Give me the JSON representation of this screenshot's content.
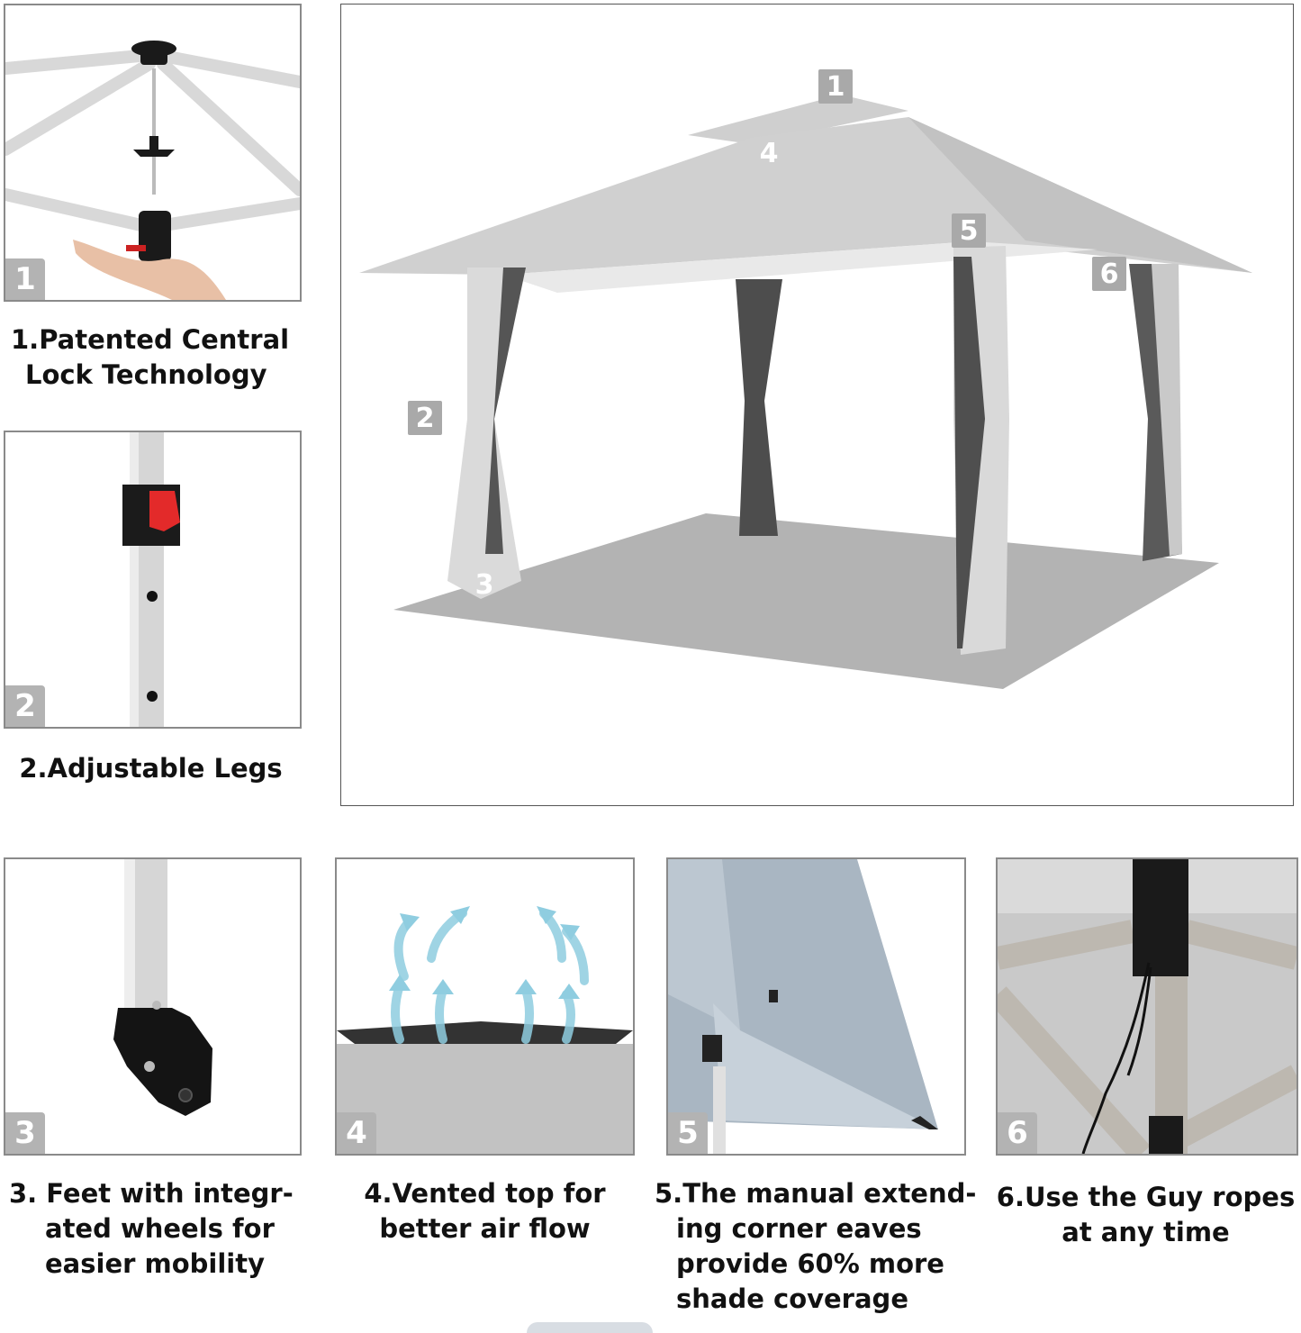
{
  "features": [
    {
      "number": "1",
      "title": "1.Patented Central Lock Technology",
      "lines": [
        "1.Patented Central",
        "Lock Technology"
      ],
      "icon": "central-lock-hub-photo"
    },
    {
      "number": "2",
      "title": "2.Adjustable Legs",
      "lines": [
        "2.Adjustable Legs"
      ],
      "icon": "adjustable-leg-button-photo"
    },
    {
      "number": "3",
      "title": "3. Feet with integrated wheels for easier mobility",
      "lines": [
        "3. Feet with integr-",
        "ated wheels for",
        "easier mobility"
      ],
      "icon": "wheeled-foot-photo"
    },
    {
      "number": "4",
      "title": "4.Vented top for better air flow",
      "lines": [
        "4.Vented top for",
        "better air flow"
      ],
      "icon": "vented-top-airflow-photo"
    },
    {
      "number": "5",
      "title": "5.The manual extending corner eaves provide 60% more shade coverage",
      "lines": [
        "5.The manual extend-",
        "ing corner eaves",
        "provide 60% more",
        "shade coverage"
      ],
      "icon": "corner-eave-photo"
    },
    {
      "number": "6",
      "title": "6.Use the Guy ropes at any time",
      "lines": [
        "6.Use the Guy ropes",
        "at any time"
      ],
      "icon": "guy-rope-photo"
    }
  ],
  "main_image": {
    "subject": "gazebo-canopy-with-mesh-netting",
    "callouts": [
      "1",
      "4",
      "5",
      "6",
      "2",
      "3"
    ]
  },
  "colors": {
    "badge": "#b3b3b3",
    "frame_border": "#8a8a8a",
    "canopy": "#c9c9c9",
    "airflow_arrows": "#8fcde0",
    "lock_button": "#e32a2a"
  }
}
